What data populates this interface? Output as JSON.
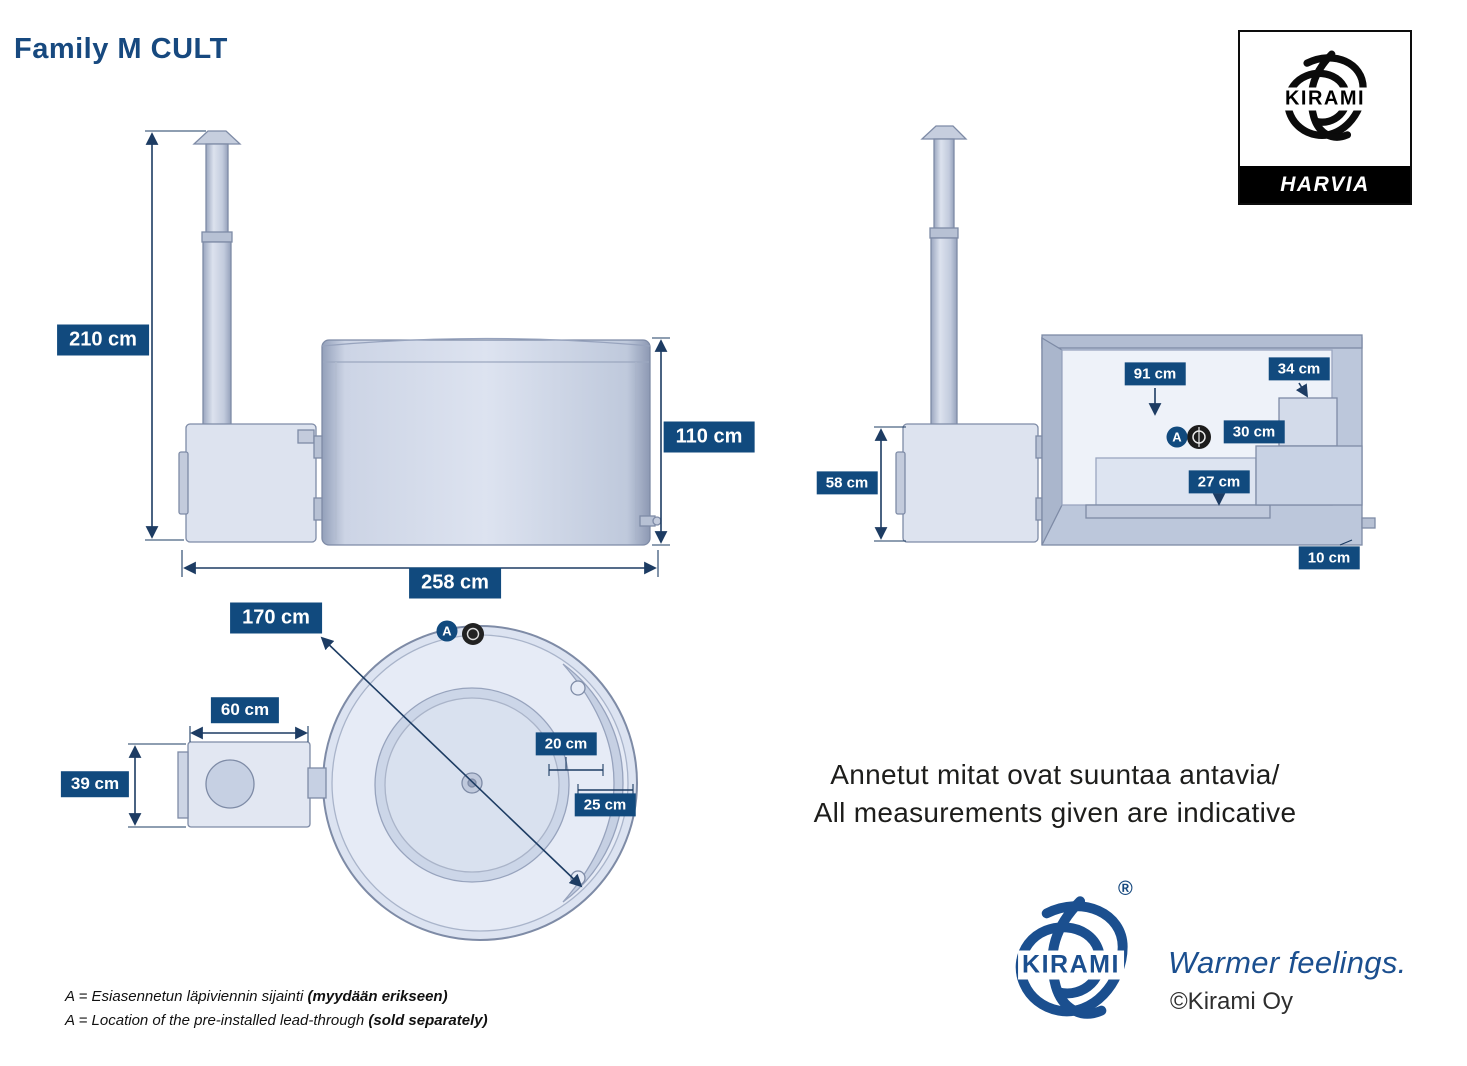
{
  "title": "Family M CULT",
  "colors": {
    "accent_blue": "#17497f",
    "label_bg": "#114a7e"
  },
  "header_logo": {
    "brand": "KIRAMI",
    "sub_brand": "HARVIA"
  },
  "side_view": {
    "height_total": "210 cm",
    "tub_height": "110 cm",
    "total_length": "258 cm"
  },
  "section_view": {
    "marker": "A",
    "inner_depth": "91 cm",
    "rim_width": "34 cm",
    "step_width": "30 cm",
    "bench_height": "27 cm",
    "stove_height": "58 cm",
    "base_height": "10 cm"
  },
  "top_view": {
    "marker": "A",
    "inner_diameter": "170 cm",
    "stove_width": "60 cm",
    "stove_depth": "39 cm",
    "bench_width": "20 cm",
    "edge_width": "25 cm"
  },
  "notice": {
    "line1": "Annetut mitat ovat suuntaa antavia/",
    "line2": "All measurements given are indicative"
  },
  "footnotes": {
    "fi_text": "A = Esiasennetun läpiviennin sijainti ",
    "fi_bold": "(myydään erikseen)",
    "en_text": "A = Location of the pre-installed lead-through ",
    "en_bold": "(sold separately)"
  },
  "footer": {
    "brand": "KIRAMI",
    "registered": "®",
    "tagline": "Warmer feelings.",
    "copyright": "©Kirami Oy"
  }
}
